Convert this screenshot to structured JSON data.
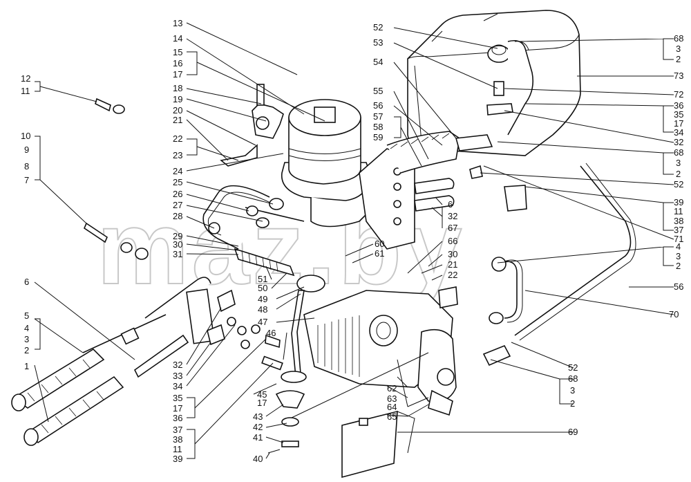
{
  "diagram": {
    "watermark": "maz.by",
    "labels": [
      {
        "id": "l1",
        "text": "1"
      },
      {
        "id": "l2",
        "text": "2"
      },
      {
        "id": "l3",
        "text": "3"
      },
      {
        "id": "l4",
        "text": "4"
      },
      {
        "id": "l5",
        "text": "5"
      },
      {
        "id": "l6",
        "text": "6"
      },
      {
        "id": "l7",
        "text": "7"
      },
      {
        "id": "l8",
        "text": "8"
      },
      {
        "id": "l9",
        "text": "9"
      },
      {
        "id": "l10",
        "text": "10"
      },
      {
        "id": "l11a",
        "text": "11"
      },
      {
        "id": "l12",
        "text": "12"
      },
      {
        "id": "l13",
        "text": "13"
      },
      {
        "id": "l14",
        "text": "14"
      },
      {
        "id": "l15",
        "text": "15"
      },
      {
        "id": "l16",
        "text": "16"
      },
      {
        "id": "l17a",
        "text": "17"
      },
      {
        "id": "l18",
        "text": "18"
      },
      {
        "id": "l19",
        "text": "19"
      },
      {
        "id": "l20",
        "text": "20"
      },
      {
        "id": "l21a",
        "text": "21"
      },
      {
        "id": "l22a",
        "text": "22"
      },
      {
        "id": "l23",
        "text": "23"
      },
      {
        "id": "l24",
        "text": "24"
      },
      {
        "id": "l25",
        "text": "25"
      },
      {
        "id": "l26",
        "text": "26"
      },
      {
        "id": "l27",
        "text": "27"
      },
      {
        "id": "l28",
        "text": "28"
      },
      {
        "id": "l29",
        "text": "29"
      },
      {
        "id": "l30a",
        "text": "30"
      },
      {
        "id": "l31",
        "text": "31"
      },
      {
        "id": "l32a",
        "text": "32"
      },
      {
        "id": "l33",
        "text": "33"
      },
      {
        "id": "l34a",
        "text": "34"
      },
      {
        "id": "l35a",
        "text": "35"
      },
      {
        "id": "l17b",
        "text": "17"
      },
      {
        "id": "l36a",
        "text": "36"
      },
      {
        "id": "l37a",
        "text": "37"
      },
      {
        "id": "l38a",
        "text": "38"
      },
      {
        "id": "l11b",
        "text": "11"
      },
      {
        "id": "l39a",
        "text": "39"
      },
      {
        "id": "l40",
        "text": "40"
      },
      {
        "id": "l41",
        "text": "41"
      },
      {
        "id": "l42",
        "text": "42"
      },
      {
        "id": "l43",
        "text": "43"
      },
      {
        "id": "l45",
        "text": "45"
      },
      {
        "id": "l17c",
        "text": "17"
      },
      {
        "id": "l46",
        "text": "46"
      },
      {
        "id": "l47",
        "text": "47"
      },
      {
        "id": "l48",
        "text": "48"
      },
      {
        "id": "l49",
        "text": "49"
      },
      {
        "id": "l50",
        "text": "50"
      },
      {
        "id": "l51",
        "text": "51"
      },
      {
        "id": "l60",
        "text": "60"
      },
      {
        "id": "l61",
        "text": "61"
      },
      {
        "id": "l62",
        "text": "62"
      },
      {
        "id": "l63",
        "text": "63"
      },
      {
        "id": "l64",
        "text": "64"
      },
      {
        "id": "l65",
        "text": "65"
      },
      {
        "id": "l66",
        "text": "66"
      },
      {
        "id": "l30b",
        "text": "30"
      },
      {
        "id": "l21b",
        "text": "21"
      },
      {
        "id": "l22b",
        "text": "22"
      },
      {
        "id": "l6b",
        "text": "6"
      },
      {
        "id": "l32b",
        "text": "32"
      },
      {
        "id": "l67",
        "text": "67"
      },
      {
        "id": "l52a",
        "text": "52"
      },
      {
        "id": "l53",
        "text": "53"
      },
      {
        "id": "l54",
        "text": "54"
      },
      {
        "id": "l55",
        "text": "55"
      },
      {
        "id": "l56a",
        "text": "56"
      },
      {
        "id": "l57",
        "text": "57"
      },
      {
        "id": "l58",
        "text": "58"
      },
      {
        "id": "l59",
        "text": "59"
      },
      {
        "id": "l68a",
        "text": "68"
      },
      {
        "id": "l3a",
        "text": "3"
      },
      {
        "id": "l2a",
        "text": "2"
      },
      {
        "id": "l73",
        "text": "73"
      },
      {
        "id": "l72",
        "text": "72"
      },
      {
        "id": "l36b",
        "text": "36"
      },
      {
        "id": "l35b",
        "text": "35"
      },
      {
        "id": "l17d",
        "text": "17"
      },
      {
        "id": "l34b",
        "text": "34"
      },
      {
        "id": "l32c",
        "text": "32"
      },
      {
        "id": "l68b",
        "text": "68"
      },
      {
        "id": "l3b",
        "text": "3"
      },
      {
        "id": "l2b",
        "text": "2"
      },
      {
        "id": "l52b",
        "text": "52"
      },
      {
        "id": "l39b",
        "text": "39"
      },
      {
        "id": "l11c",
        "text": "11"
      },
      {
        "id": "l38b",
        "text": "38"
      },
      {
        "id": "l37b",
        "text": "37"
      },
      {
        "id": "l71",
        "text": "71"
      },
      {
        "id": "l4b",
        "text": "4"
      },
      {
        "id": "l3c",
        "text": "3"
      },
      {
        "id": "l2c",
        "text": "2"
      },
      {
        "id": "l56b",
        "text": "56"
      },
      {
        "id": "l70",
        "text": "70"
      },
      {
        "id": "l52c",
        "text": "52"
      },
      {
        "id": "l68c",
        "text": "68"
      },
      {
        "id": "l3d",
        "text": "3"
      },
      {
        "id": "l2d",
        "text": "2"
      },
      {
        "id": "l69",
        "text": "69"
      }
    ]
  }
}
